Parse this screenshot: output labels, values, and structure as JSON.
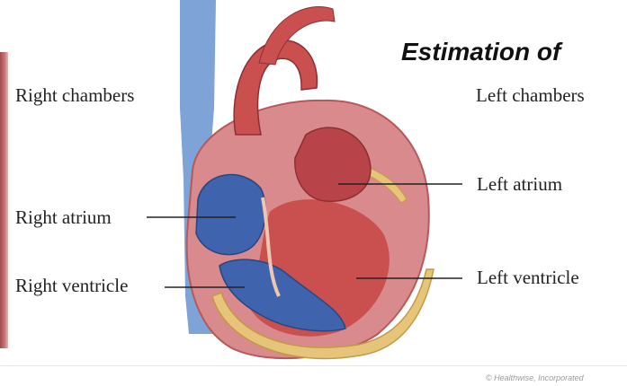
{
  "title": "Estimation of",
  "labels": {
    "right_chambers": "Right chambers",
    "left_chambers": "Left chambers",
    "right_atrium": "Right atrium",
    "left_atrium": "Left atrium",
    "right_ventricle": "Right ventricle",
    "left_ventricle": "Left ventricle"
  },
  "credit": "© Healthwise, Incorporated",
  "colors": {
    "oxygenated": "#c9504f",
    "deoxygenated": "#3f64ad",
    "muscle": "#d98a8c",
    "fat": "#e6c47a",
    "vena_cava": "#7ea3d6"
  }
}
